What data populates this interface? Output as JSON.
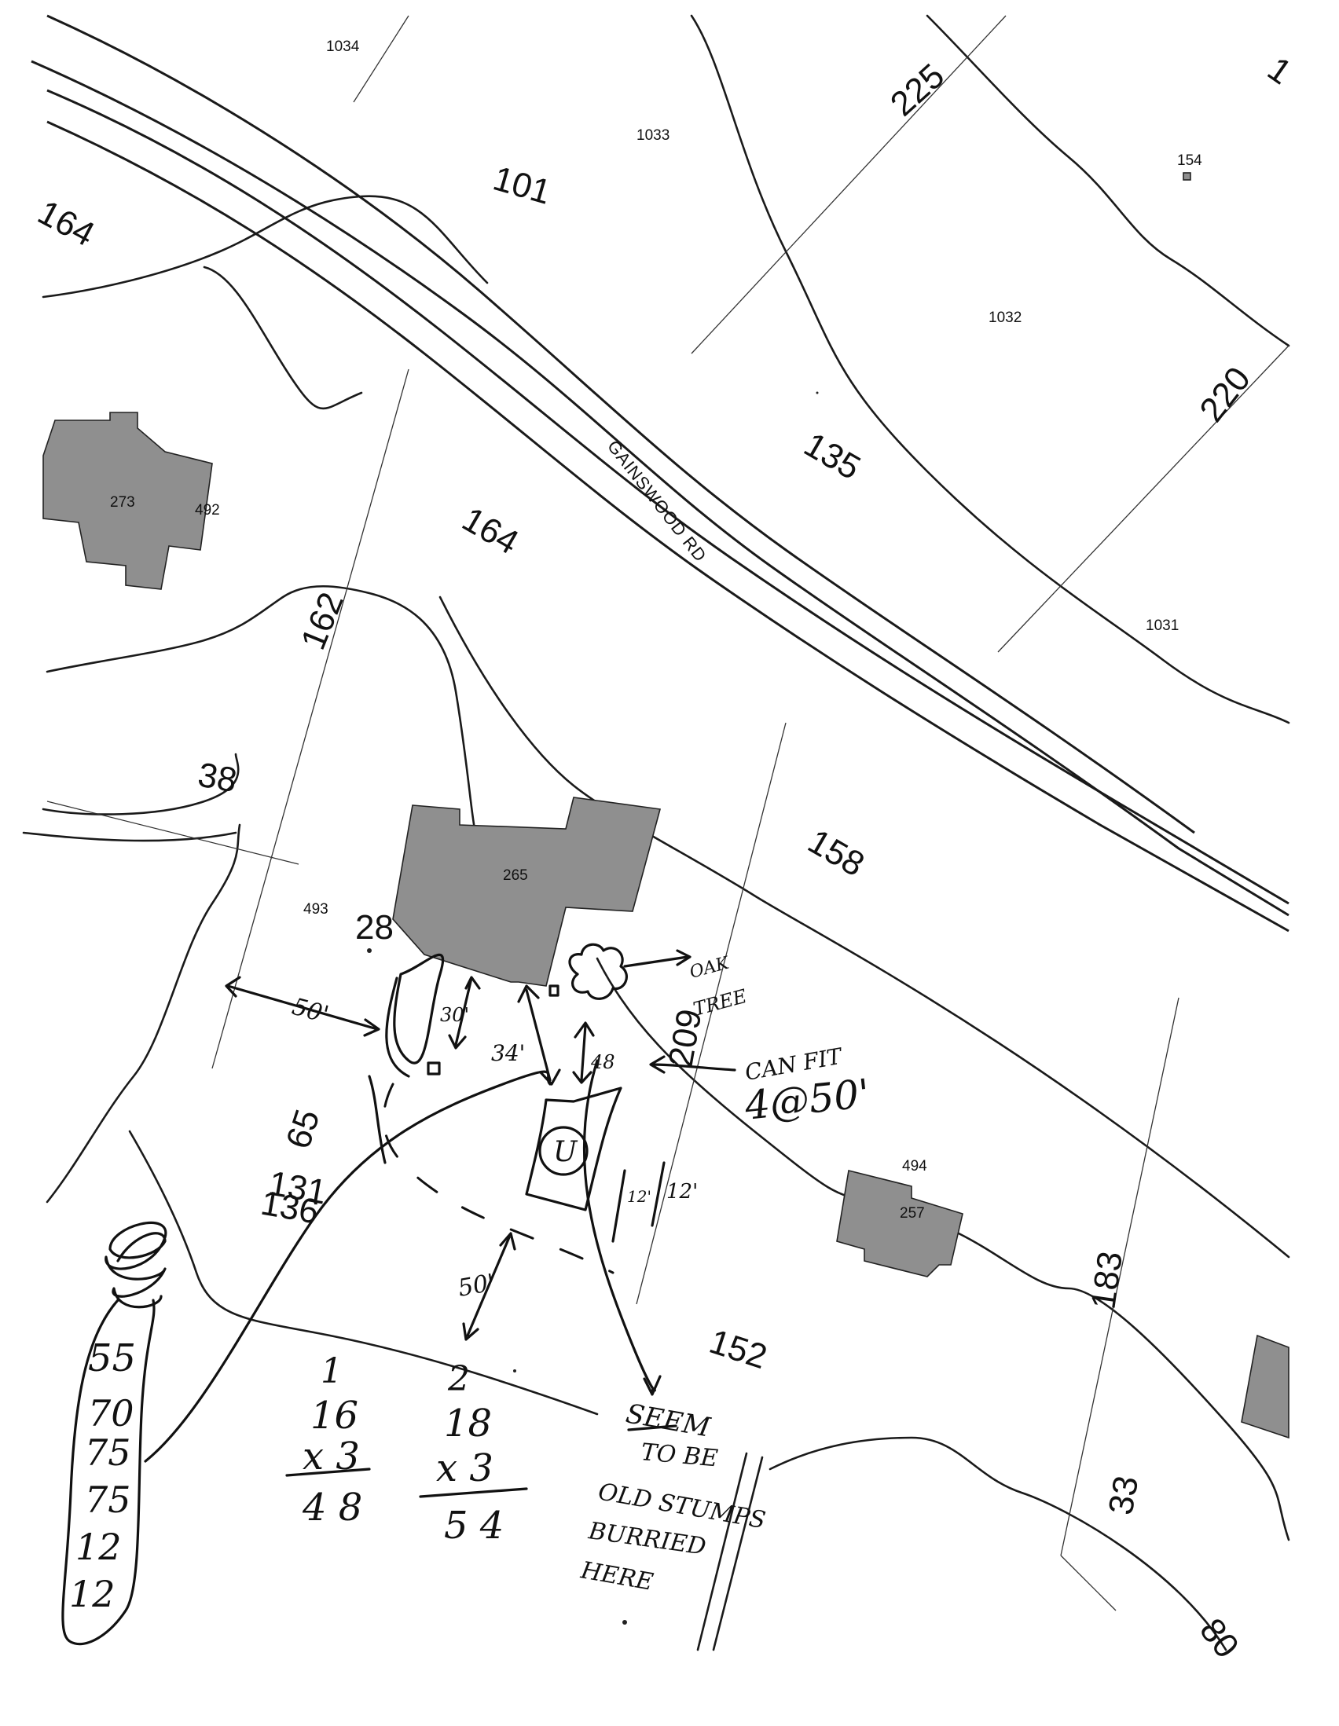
{
  "road": {
    "name": "GAINSWOOD RD"
  },
  "lots": {
    "l1034": "1034",
    "l1033": "1033",
    "l1032": "1032",
    "l1031": "1031",
    "l154": "154",
    "l273": "273",
    "l492": "492",
    "l265": "265",
    "l257": "257",
    "l493": "493",
    "l494": "494"
  },
  "contours": {
    "c225": "225",
    "c101": "101",
    "c164a": "164",
    "c164b": "164",
    "c135": "135",
    "c220": "220",
    "c162": "162",
    "c38": "38",
    "c158": "158",
    "c28": "28",
    "c209": "209",
    "c65": "65",
    "c131": "131",
    "c136": "136",
    "c183": "183",
    "c152": "152",
    "c33": "33",
    "c80": "80",
    "c_partial": "1"
  },
  "annotations": {
    "oak_tree": [
      "OAK",
      "TREE"
    ],
    "can_fit": "CAN FIT",
    "can_fit_count": "4@50'",
    "dist_50_left": "50'",
    "dist_50_bottom": "50'",
    "dist_30": "30'",
    "dist_34": "34'",
    "dist_48": "48",
    "dist_12": "12'",
    "dist_12b": "12'",
    "tank_mark": "U",
    "calc1": [
      "1",
      "16",
      "x 3",
      "4 8"
    ],
    "calc2": [
      "2",
      "18",
      "x 3",
      "5 4"
    ],
    "stumps_note": [
      "SEEM",
      "TO BE",
      "OLD STUMPS",
      "BURRIED",
      "HERE"
    ],
    "tally": [
      "55",
      "70",
      "75",
      "75",
      "12",
      "12"
    ]
  }
}
